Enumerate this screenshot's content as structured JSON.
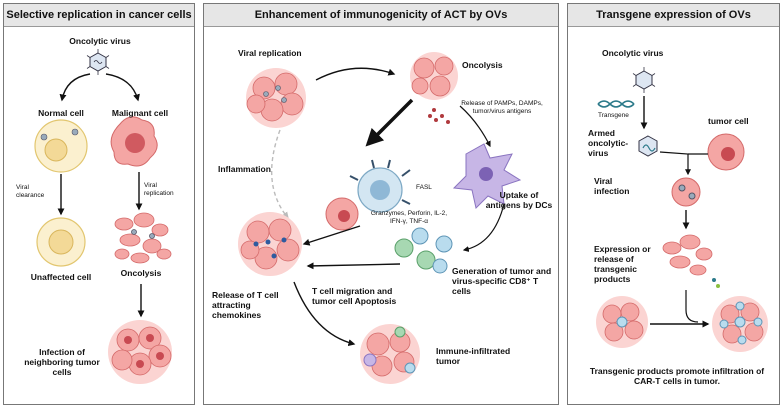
{
  "panels": {
    "left": {
      "title": "Selective replication in cancer cells",
      "oncolytic_virus": "Oncolytic virus",
      "normal_cell": "Normal cell",
      "malignant_cell": "Malignant cell",
      "viral_clearance": "Viral clearance",
      "viral_replication": "Viral replication",
      "unaffected_cell": "Unaffected cell",
      "oncolysis": "Oncolysis",
      "infection": "Infection of neighboring tumor cells"
    },
    "middle": {
      "title": "Enhancement of immunogenicity of ACT by OVs",
      "viral_replication": "Viral replication",
      "oncolysis": "Oncolysis",
      "release_pamps": "Release of PAMPs, DAMPs, tumor/virus antigens",
      "inflammation": "Inflammation",
      "fasl": "FASL",
      "granzymes": "Granzymes, Perforin, IL-2, IFN-γ, TNF-α",
      "uptake": "Uptake of antigens by DCs",
      "generation": "Generation of tumor and virus-specific CD8⁺ T cells",
      "release_chemokines": "Release of T cell attracting chemokines",
      "migration": "T cell migration and tumor cell Apoptosis",
      "immune_infiltrated": "Immune-infiltrated tumor"
    },
    "right": {
      "title": "Transgene expression of OVs",
      "oncolytic_virus": "Oncolytic virus",
      "transgene": "Transgene",
      "armed_ov": "Armed oncolytic-virus",
      "tumor_cell": "tumor cell",
      "viral_infection": "Viral infection",
      "expression": "Expression or release of transgenic products",
      "transgenic_products": "Transgenic products promote infiltration of CAR-T cells in tumor."
    }
  }
}
